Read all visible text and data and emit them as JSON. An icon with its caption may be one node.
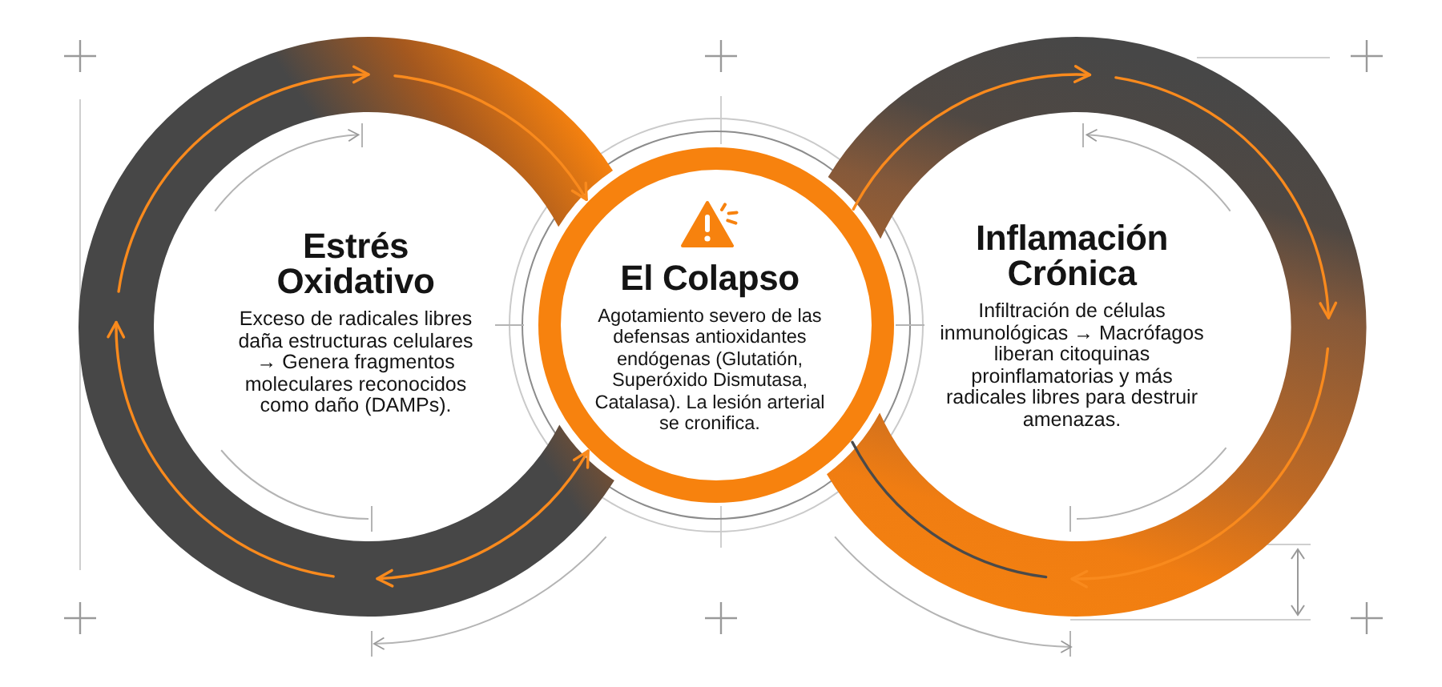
{
  "diagram": {
    "nodes": [
      {
        "text": [
          "Estrés Oxidativo",
          "Exceso de radicales libres daña estructuras celulares → Genera fragmentos moleculares reconocidos como daño (DAMPs)."
        ]
      },
      {
        "text": [
          "El Colapso",
          "Agotamiento severo de las defensas antioxidantes endógenas (Glutatión, Superóxido Dismutasa, Catalasa). La lesión arterial se cronifica."
        ]
      },
      {
        "text": [
          "Inflamación Crónica",
          "Infiltración de células inmunológicas → Macrófagos liberan citoquinas proinflamatorias y más radicales libres para destruir amenazas."
        ]
      }
    ],
    "edges": [
      {
        "from": 0,
        "to": 1,
        "arrow": "to"
      },
      {
        "from": 0,
        "to": 1,
        "arrow": "both"
      },
      {
        "from": 1,
        "to": 2,
        "arrow": "to"
      },
      {
        "from": 2,
        "to": 1,
        "arrow": "none",
        "color": "#4a4a4a"
      }
    ]
  }
}
